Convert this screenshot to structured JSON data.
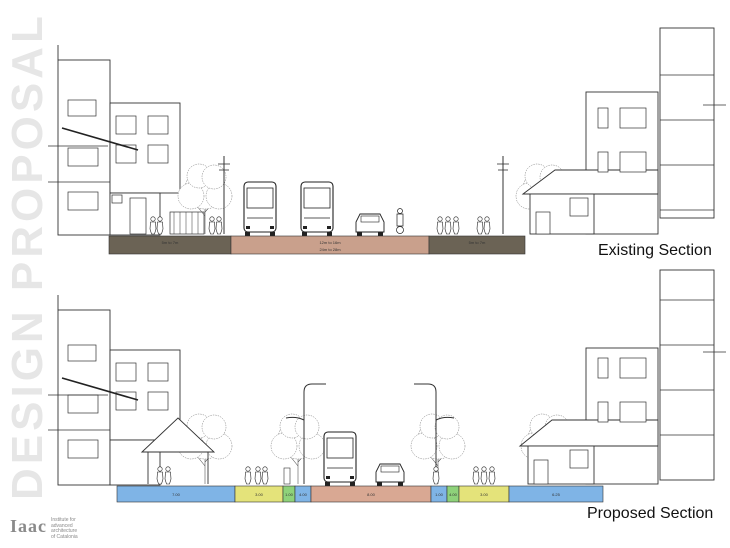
{
  "vertical_title": "DESIGN PROPOSAL",
  "existing": {
    "label": "Existing Section",
    "dims": {
      "sidewalk_left": "5m to 7m",
      "road": "12m to 16m",
      "total": "24m to 28m",
      "sidewalk_right": "5m to 7m"
    }
  },
  "proposed": {
    "label": "Proposed Section",
    "dims": {
      "s1": "7.00",
      "s2": "3.00",
      "s3": "1.00",
      "s4": "4.00",
      "s5": "8.00",
      "s6": "1.00",
      "s7": "4.00",
      "s8": "3.00",
      "s9": "6.25"
    }
  },
  "logo": {
    "mark": "Iaac",
    "lines": [
      "Institute for",
      "advanced",
      "architecture",
      "of Catalonia"
    ]
  },
  "colors": {
    "sidewalk_existing": "#6b6355",
    "road_existing": "#c9a08c",
    "road_proposed": "#d9a893",
    "blue_zone": "#7fb4e6",
    "yellow_zone": "#e4e37a",
    "green_zone": "#8ed27a",
    "title_gray": "#e6e6e6"
  }
}
